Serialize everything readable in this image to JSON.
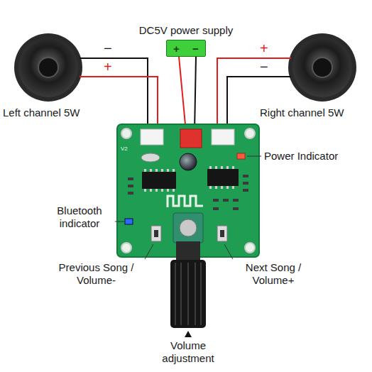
{
  "diagram": {
    "nodes": [
      {
        "text": [
          "+",
          "−"
        ]
      }
    ],
    "labels": [
      "DC5V power supply",
      "−",
      "+",
      "Left channel 5W",
      "+",
      "−",
      "Right channel 5W",
      "Power Indicator",
      "V2",
      "Bluetooth indicator",
      "Previous Song / Volume-",
      "Next Song / Volume+",
      "Volume adjustment"
    ]
  }
}
